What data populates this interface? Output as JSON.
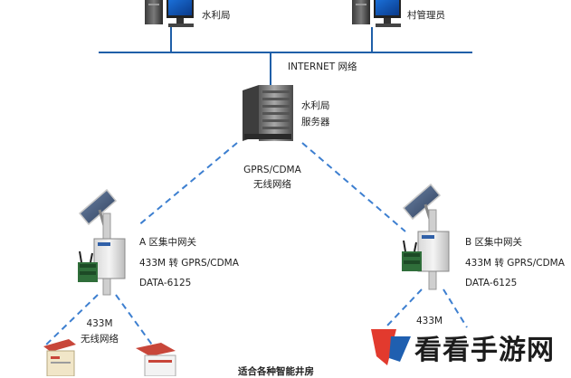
{
  "top_nodes": {
    "water_bureau_pc": "水利局",
    "village_admin_pc": "村管理员"
  },
  "network": {
    "internet_label": "INTERNET 网络"
  },
  "server": {
    "line1": "水利局",
    "line2": "服务器"
  },
  "wireless_link": {
    "line1": "GPRS/CDMA",
    "line2": "无线网络"
  },
  "gateway_a": {
    "title": "A 区集中网关",
    "spec": "433M 转 GPRS/CDMA",
    "model": "DATA-6125"
  },
  "gateway_b": {
    "title": "B 区集中网关",
    "spec": "433M 转 GPRS/CDMA",
    "model": "DATA-6125"
  },
  "local_link_a": {
    "line1": "433M",
    "line2": "无线网络"
  },
  "local_link_b": {
    "line1": "433M"
  },
  "bottom_caption": "适合各种智能井房",
  "watermark_text": "看看手游网",
  "colors": {
    "network_line": "#1f5fa8",
    "wireless_dash": "#3d7fd0",
    "watermark_red": "#e23a2e",
    "watermark_blue": "#1f5fb0"
  }
}
